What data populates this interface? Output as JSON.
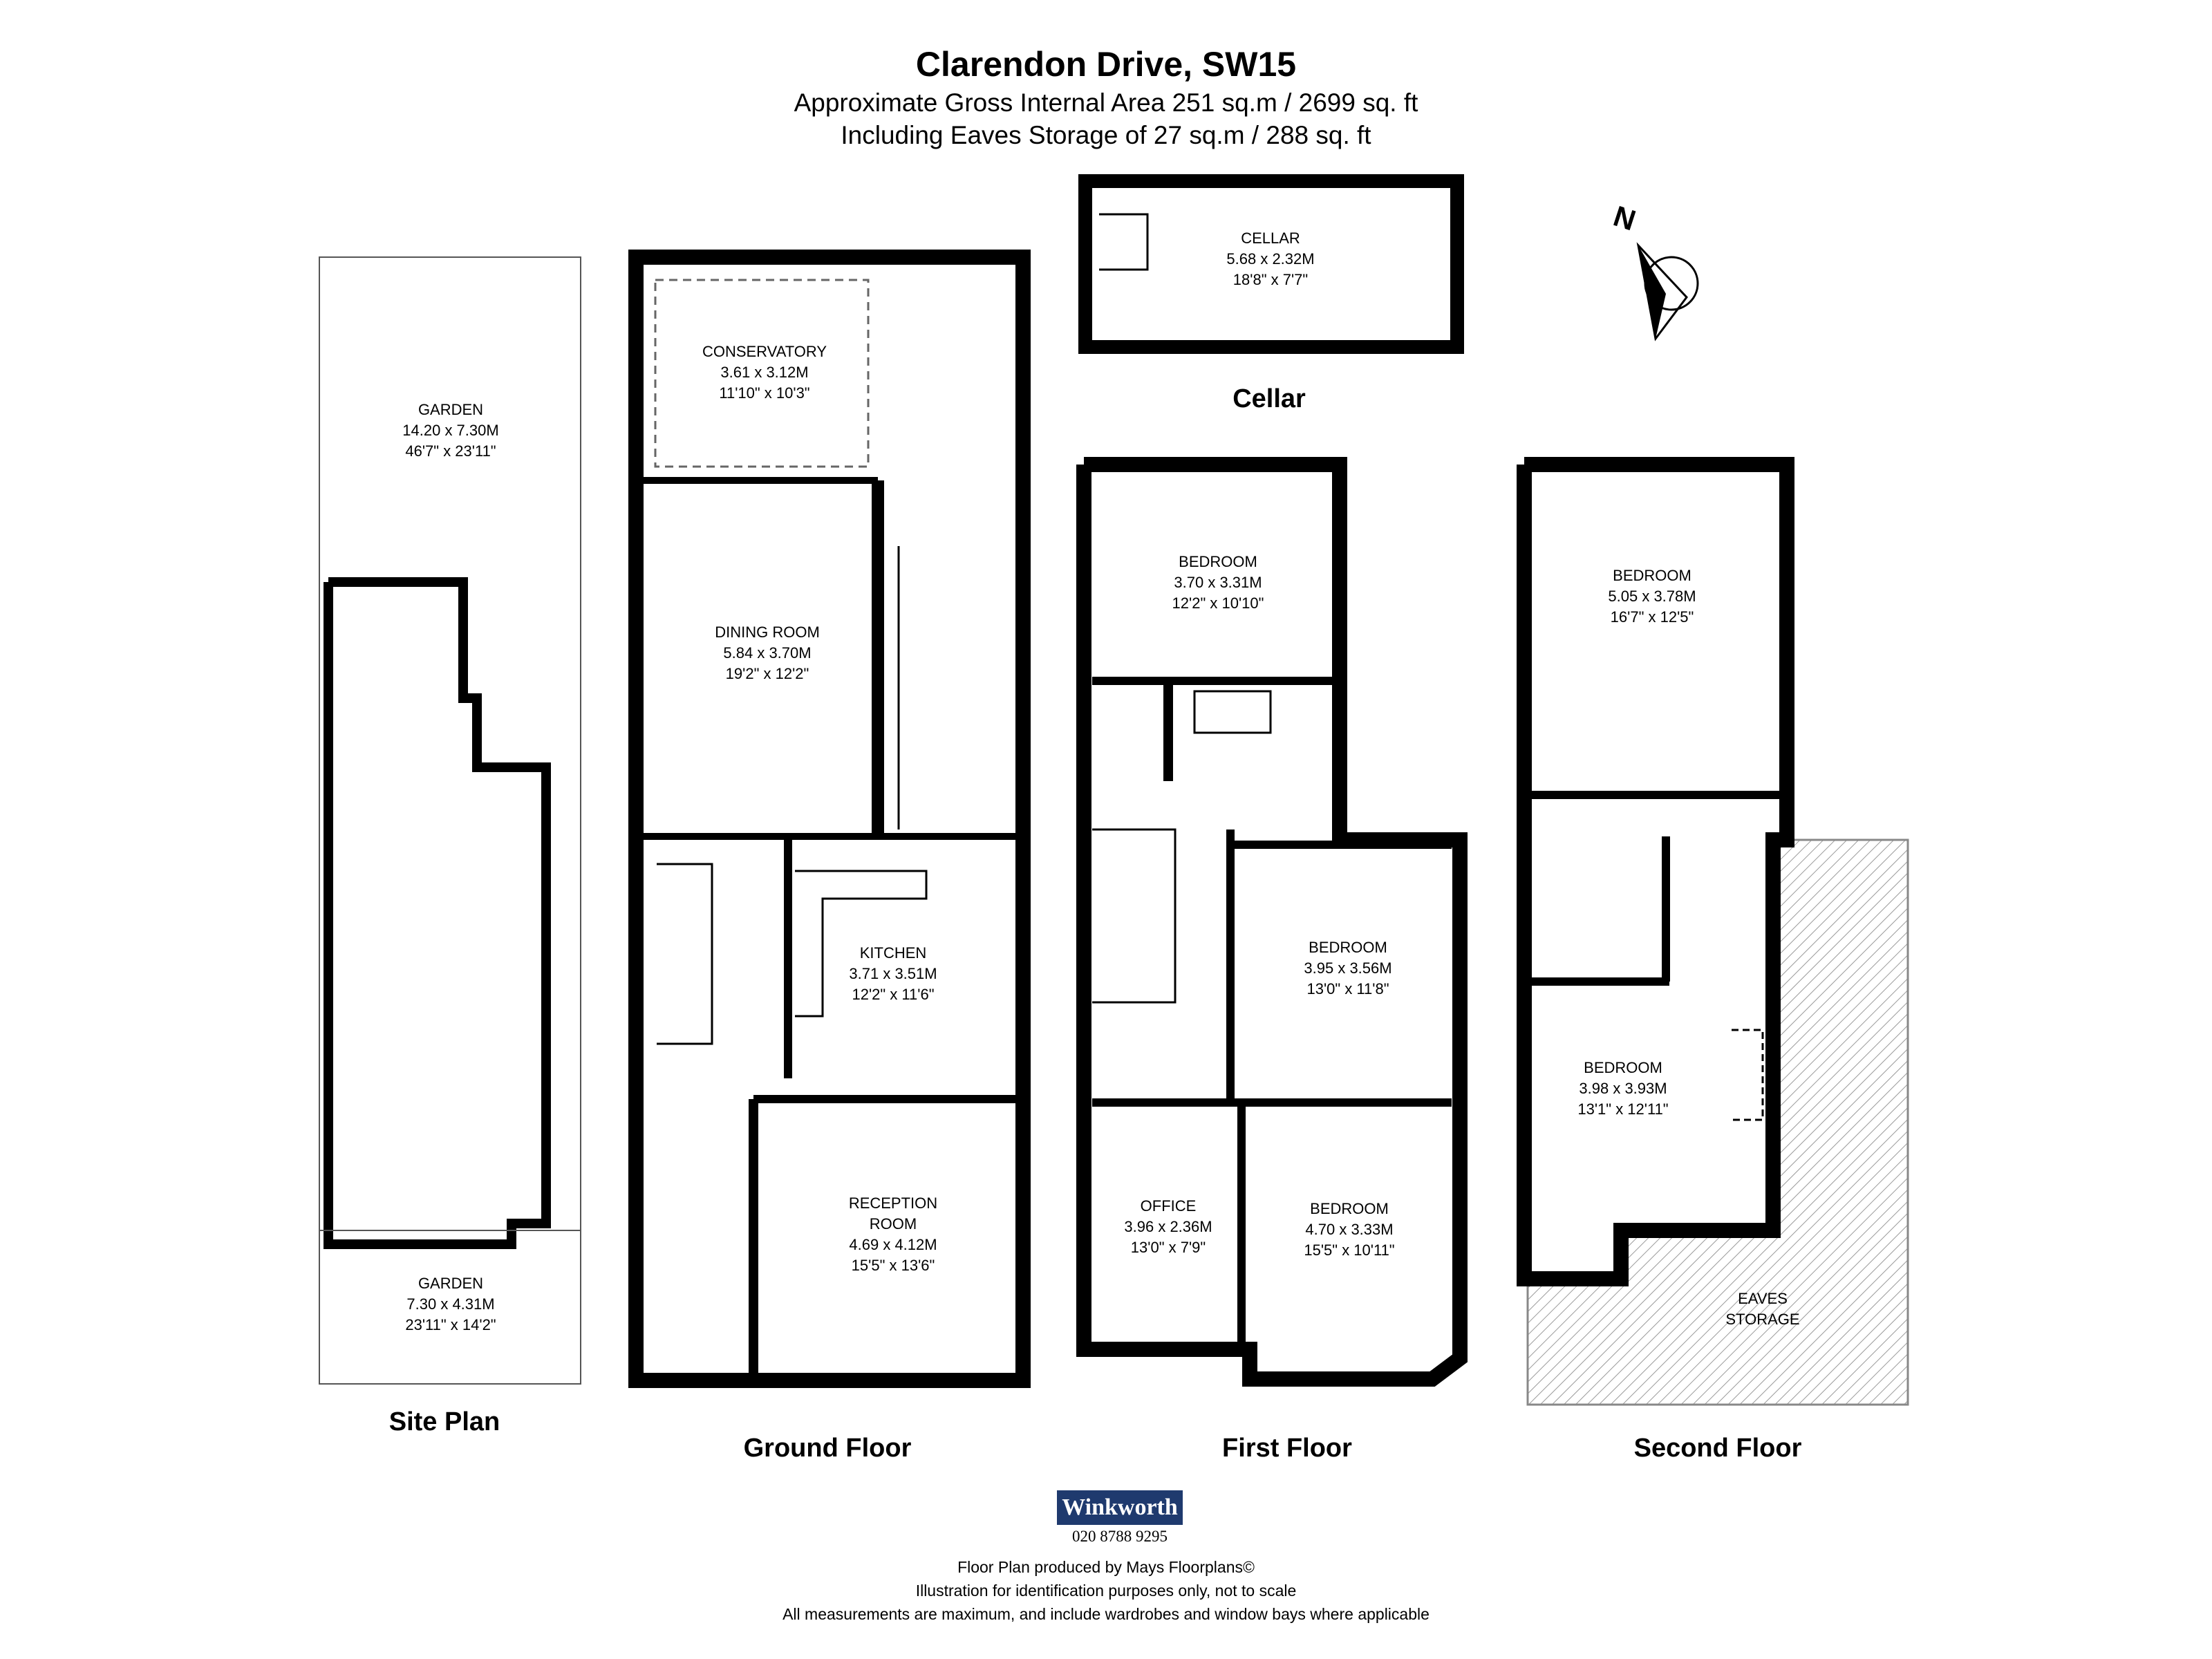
{
  "header": {
    "title": "Clarendon Drive, SW15",
    "area_line": "Approximate Gross Internal Area 251 sq.m /  2699 sq. ft",
    "eaves_line": "Including Eaves Storage of 27 sq.m /  288 sq. ft"
  },
  "compass": {
    "label": "N"
  },
  "plans": {
    "site": "Site Plan",
    "ground": "Ground Floor",
    "first": "First Floor",
    "second": "Second Floor",
    "cellar": "Cellar"
  },
  "rooms": {
    "garden_rear": {
      "name": "GARDEN",
      "metric": "14.20 x 7.30M",
      "imperial": "46'7\" x 23'11\""
    },
    "garden_front": {
      "name": "GARDEN",
      "metric": "7.30 x 4.31M",
      "imperial": "23'11\" x 14'2\""
    },
    "conservatory": {
      "name": "CONSERVATORY",
      "metric": "3.61 x 3.12M",
      "imperial": "11'10\" x 10'3\""
    },
    "dining": {
      "name": "DINING ROOM",
      "metric": "5.84 x 3.70M",
      "imperial": "19'2\" x 12'2\""
    },
    "kitchen": {
      "name": "KITCHEN",
      "metric": "3.71 x 3.51M",
      "imperial": "12'2\" x 11'6\""
    },
    "reception": {
      "name": "RECEPTION",
      "name2": "ROOM",
      "metric": "4.69 x 4.12M",
      "imperial": "15'5\" x 13'6\""
    },
    "cellar": {
      "name": "CELLAR",
      "metric": "5.68 x 2.32M",
      "imperial": "18'8\" x 7'7\""
    },
    "ff_bed_rear": {
      "name": "BEDROOM",
      "metric": "3.70 x 3.31M",
      "imperial": "12'2\" x 10'10\""
    },
    "ff_bed_mid": {
      "name": "BEDROOM",
      "metric": "3.95 x 3.56M",
      "imperial": "13'0\" x 11'8\""
    },
    "ff_office": {
      "name": "OFFICE",
      "metric": "3.96 x 2.36M",
      "imperial": "13'0\" x 7'9\""
    },
    "ff_bed_front": {
      "name": "BEDROOM",
      "metric": "4.70 x 3.33M",
      "imperial": "15'5\" x 10'11\""
    },
    "sf_bed_rear": {
      "name": "BEDROOM",
      "metric": "5.05 x 3.78M",
      "imperial": "16'7\" x 12'5\""
    },
    "sf_bed_front": {
      "name": "BEDROOM",
      "metric": "3.98 x 3.93M",
      "imperial": "13'1\" x 12'11\""
    },
    "eaves": {
      "name": "EAVES",
      "name2": "STORAGE"
    }
  },
  "agent": {
    "name": "Winkworth",
    "phone": "020 8788 9295"
  },
  "footer": {
    "line1": "Floor Plan produced by Mays Floorplans©",
    "line2": "Illustration for identification purposes only, not to scale",
    "line3": "All measurements are maximum, and include wardrobes and window bays where applicable"
  }
}
